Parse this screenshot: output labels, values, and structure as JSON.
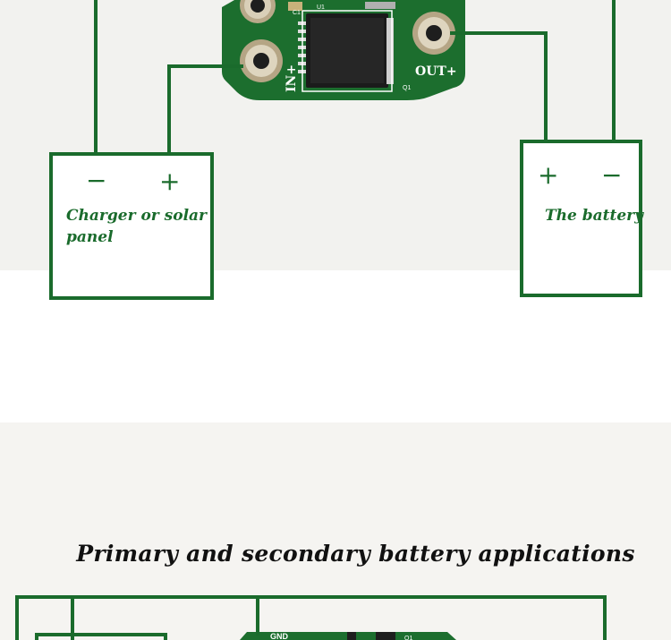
{
  "top_diagram": {
    "board": {
      "in_label": "IN+",
      "out_label": "OUT+",
      "c1_label": "C1",
      "u1_label": "U1",
      "q1_label": "Q1"
    },
    "charger_box": {
      "minus": "−",
      "plus": "+",
      "label": "Charger or solar panel"
    },
    "battery_box": {
      "plus": "+",
      "minus": "−",
      "label": "The battery"
    }
  },
  "bottom_section": {
    "heading": "Primary and secondary battery applications",
    "board": {
      "gnd_label": "GND",
      "q1_label": "Q1"
    }
  },
  "colors": {
    "pcb_green": "#1c6e2e",
    "wire_green": "#1a6b2c",
    "label_green": "#1a6b2c",
    "silkscreen": "#ffffff",
    "chip": "#1a1a1a"
  }
}
